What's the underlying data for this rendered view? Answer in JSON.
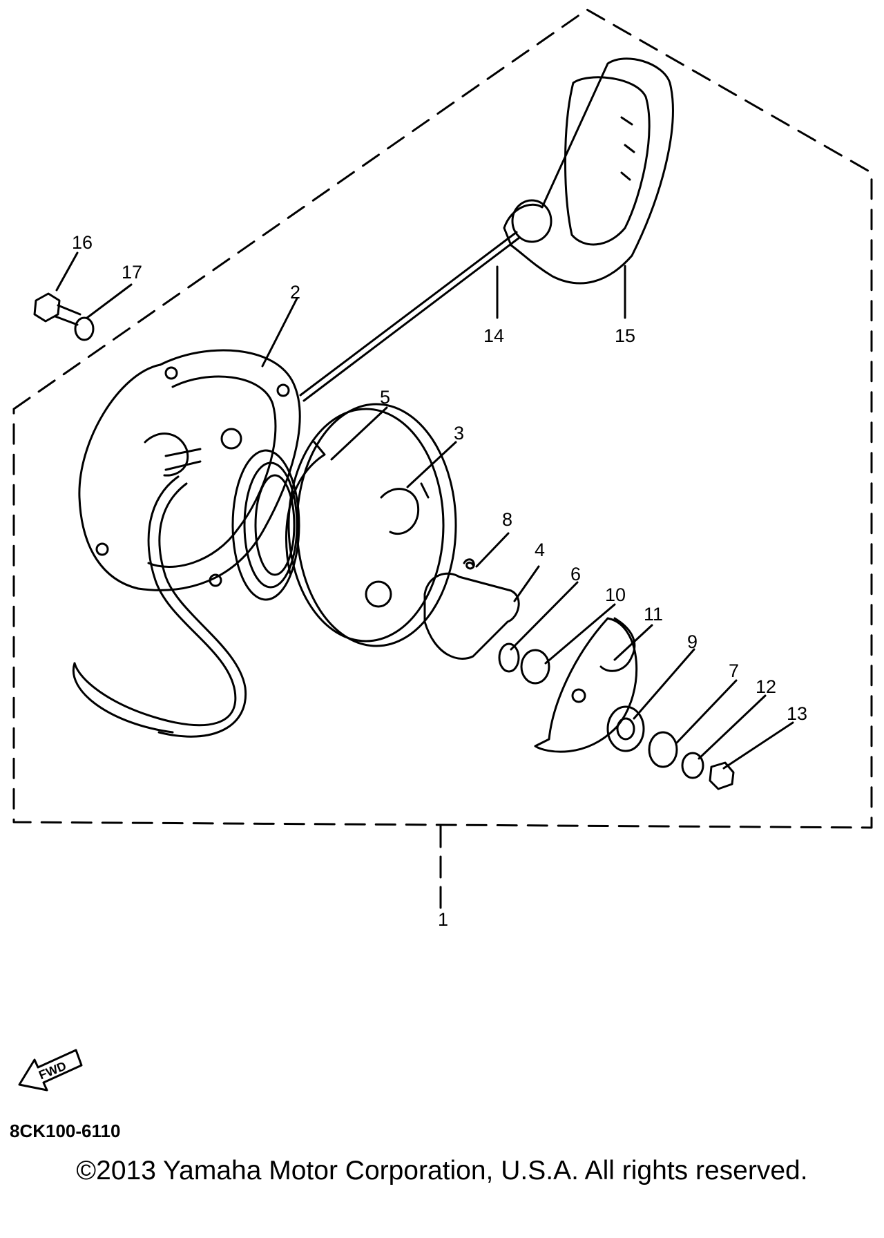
{
  "callouts": {
    "c1": "1",
    "c2": "2",
    "c3": "3",
    "c4": "4",
    "c5": "5",
    "c6": "6",
    "c7": "7",
    "c8": "8",
    "c9": "9",
    "c10": "10",
    "c11": "11",
    "c12": "12",
    "c13": "13",
    "c14": "14",
    "c15": "15",
    "c16": "16",
    "c17": "17"
  },
  "fwd_label": "FWD",
  "part_code": "8CK100-6110",
  "copyright": "©2013 Yamaha Motor Corporation, U.S.A. All rights reserved."
}
